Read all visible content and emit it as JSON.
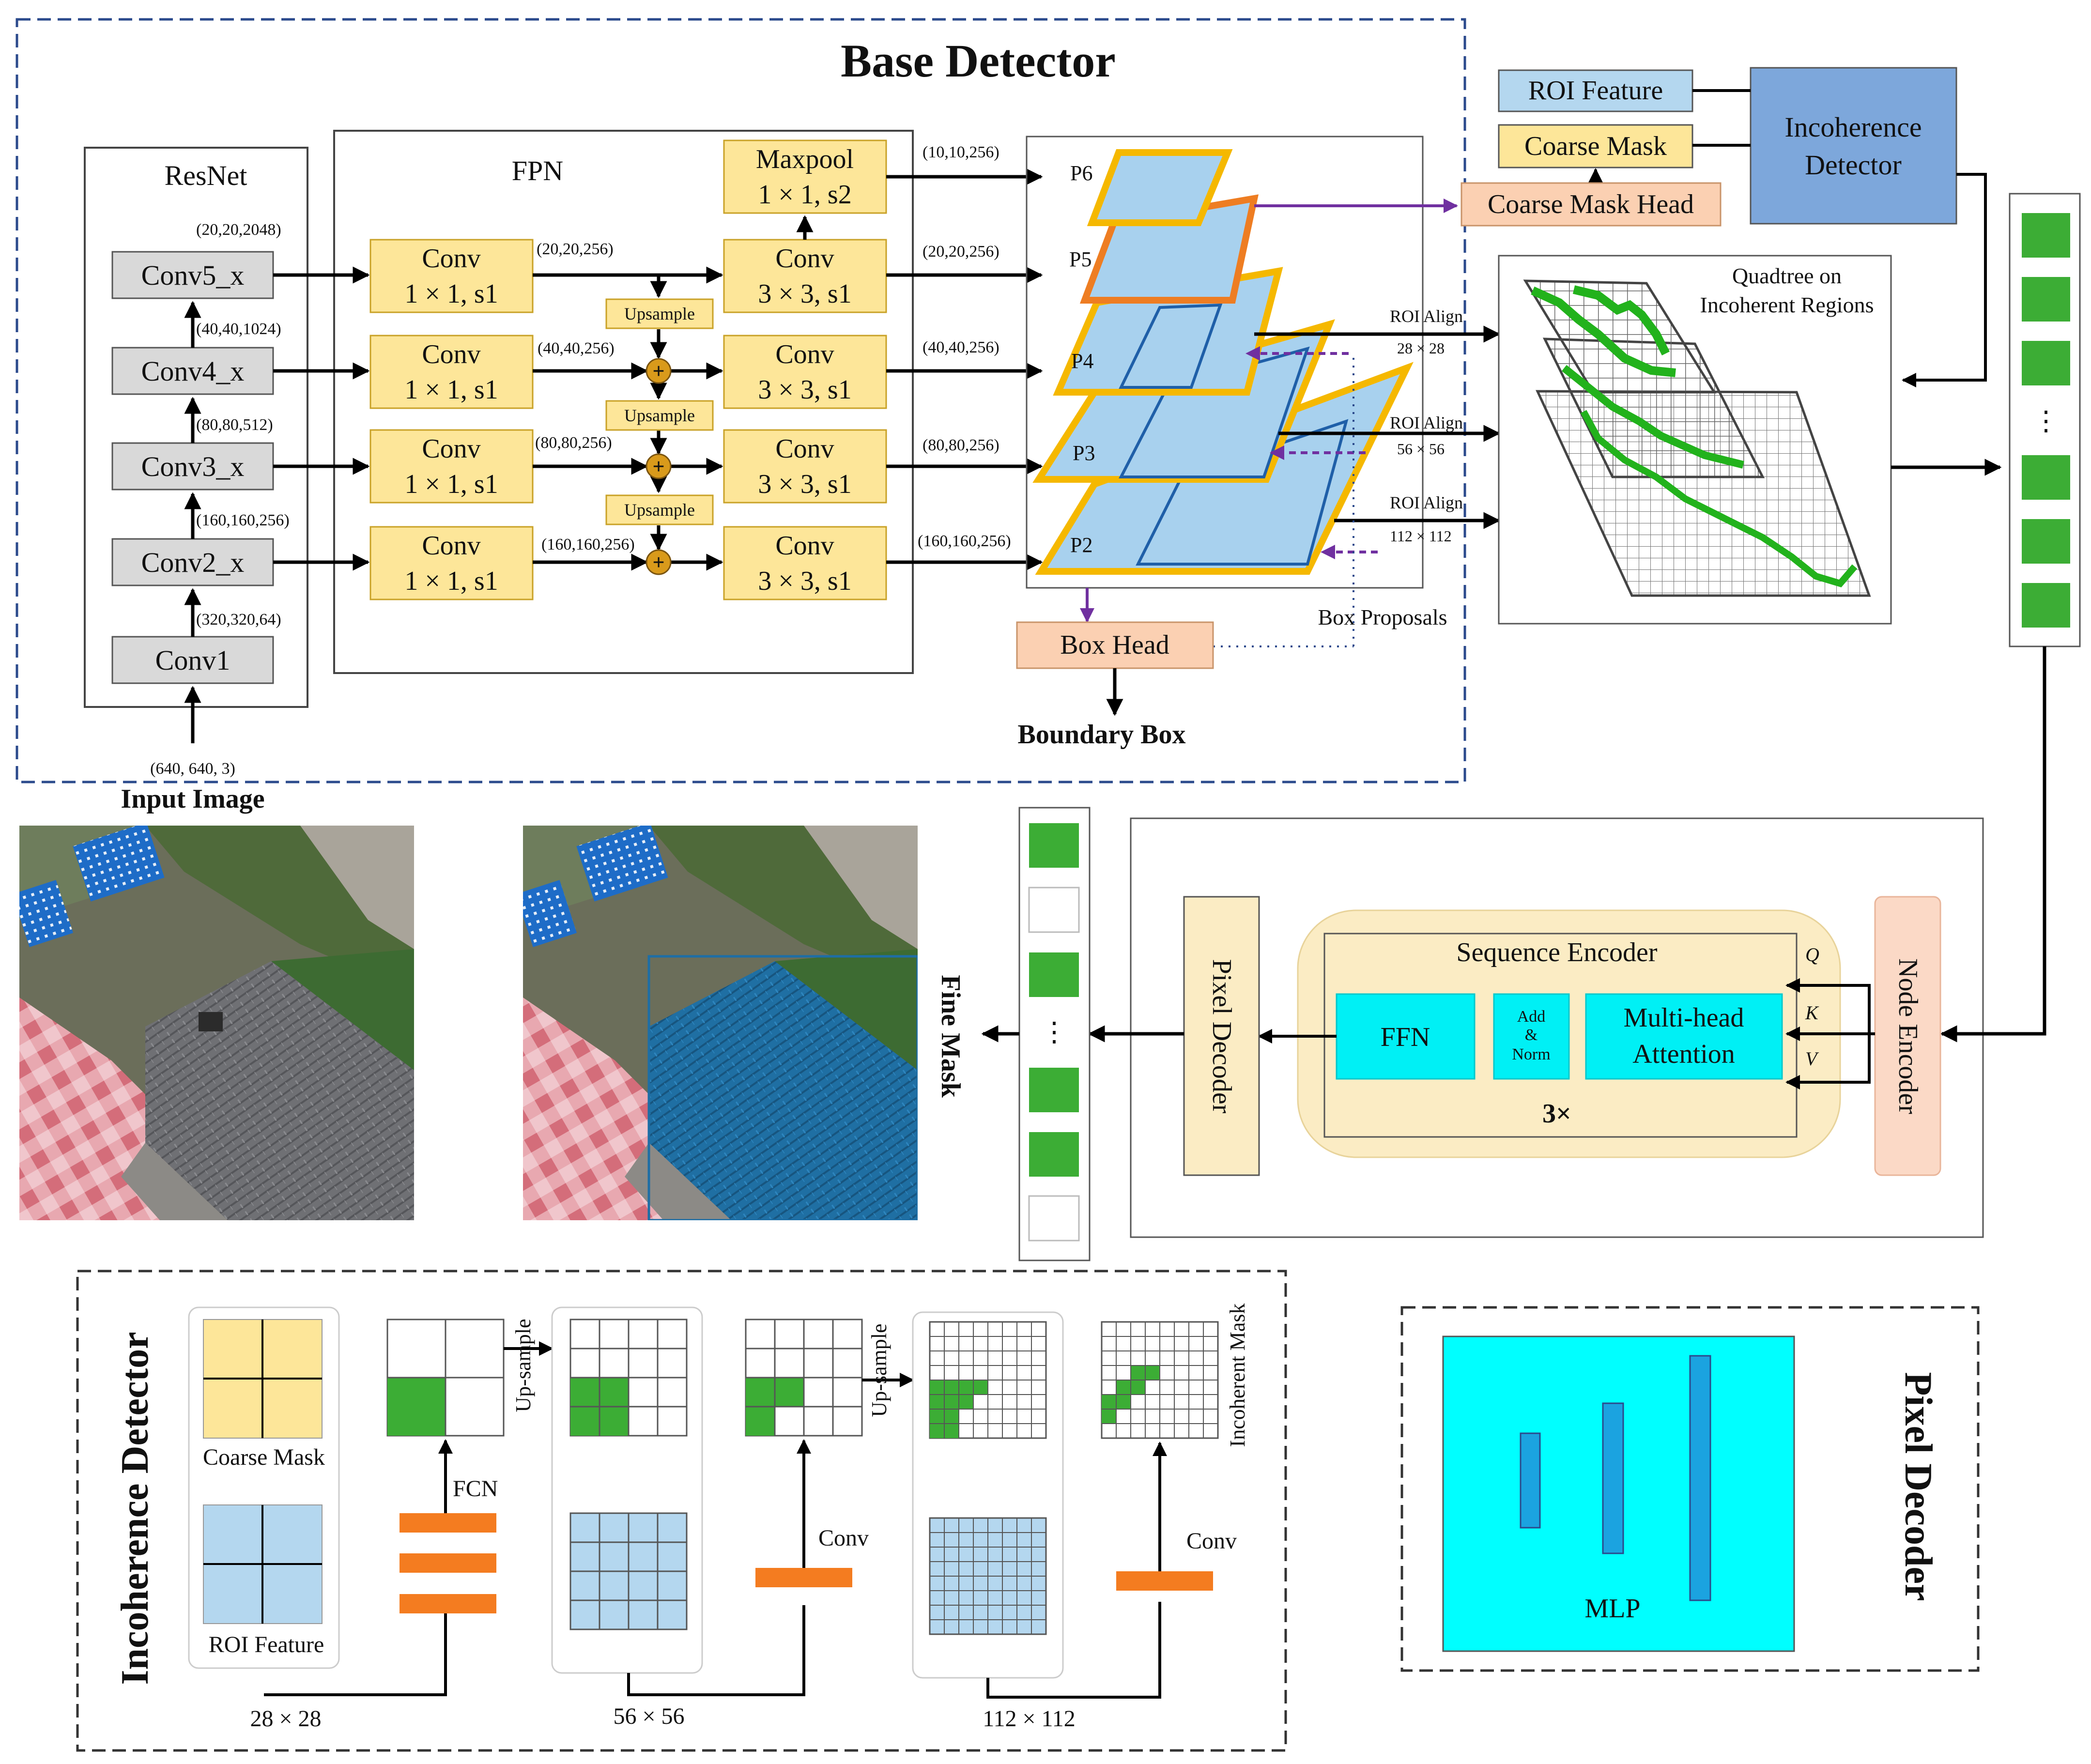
{
  "base_detector": {
    "title": "Base Detector",
    "input_shape": "(640, 640, 3)",
    "input_label": "Input Image",
    "resnet": {
      "title": "ResNet",
      "stages": [
        "Conv1",
        "Conv2_x",
        "Conv3_x",
        "Conv4_x",
        "Conv5_x"
      ],
      "shapes": [
        "(320,320,64)",
        "(160,160,256)",
        "(80,80,512)",
        "(40,40,1024)",
        "(20,20,2048)"
      ]
    },
    "fpn": {
      "title": "FPN",
      "lateral_title": "Conv",
      "lateral_sub": "1 × 1, s1",
      "lateral_shapes": [
        "(20,20,256)",
        "(40,40,256)",
        "(80,80,256)",
        "(160,160,256)"
      ],
      "smooth_title": "Conv",
      "smooth_sub": "3 × 3, s1",
      "maxpool_title": "Maxpool",
      "maxpool_sub": "1 × 1, s2",
      "upsample": "Upsample",
      "plus": "+",
      "output_shapes": [
        "(10,10,256)",
        "(20,20,256)",
        "(40,40,256)",
        "(80,80,256)",
        "(160,160,256)"
      ]
    },
    "pyramid_levels": [
      "P6",
      "P5",
      "P4",
      "P3",
      "P2"
    ],
    "box_head": "Box Head",
    "boundary_box": "Boundary Box",
    "box_proposals": "Box Proposals"
  },
  "roi_align": {
    "label": "ROI Align",
    "sizes": [
      "28 × 28",
      "56 × 56",
      "112 × 112"
    ]
  },
  "top_right": {
    "roi_feature": "ROI Feature",
    "coarse_mask": "Coarse Mask",
    "coarse_mask_head": "Coarse Mask Head",
    "incoherence_detector_line1": "Incoherence",
    "incoherence_detector_line2": "Detector",
    "quadtree_line1": "Quadtree on",
    "quadtree_line2": "Incoherent Regions",
    "node_column_ellipsis": "⋮"
  },
  "refinement": {
    "node_encoder": "Node Encoder",
    "sequence_encoder": "Sequence Encoder",
    "ffn": "FFN",
    "add_norm": [
      "Add",
      "&",
      "Norm"
    ],
    "multihead_line1": "Multi-head",
    "multihead_line2": "Attention",
    "repeat": "3×",
    "qkv": [
      "Q",
      "K",
      "V"
    ],
    "pixel_decoder": "Pixel Decoder",
    "fine_mask": "Fine Mask",
    "output_ellipsis": "⋮"
  },
  "incoherence_panel": {
    "title": "Incoherence Detector",
    "coarse_mask": "Coarse Mask",
    "roi_feature": "ROI Feature",
    "fcn": "FCN",
    "upsample": "Up-sample",
    "conv": "Conv",
    "incoherent_mask": "Incoherent Mask",
    "sizes": [
      "28 × 28",
      "56 × 56",
      "112 × 112"
    ]
  },
  "pixel_decoder_panel": {
    "title": "Pixel Decoder",
    "mlp": "MLP"
  },
  "colors": {
    "yellow": "#fde699",
    "yellow_stroke": "#c9a227",
    "gray_box": "#d9d9d9",
    "blue_plane": "#a8d1ee",
    "plane_edge": "#f5b800",
    "p5_edge": "#ee7d22",
    "salmon": "#fbd0b2",
    "incoherence_blue": "#7da7db",
    "green": "#3cad35",
    "cyan": "#00ffff",
    "orange_bar": "#f47c20",
    "purple": "#7030a0",
    "dashed_blue": "#2b4a8c",
    "beige": "#fbecc4",
    "mask_blue": "#1e6ea5"
  }
}
